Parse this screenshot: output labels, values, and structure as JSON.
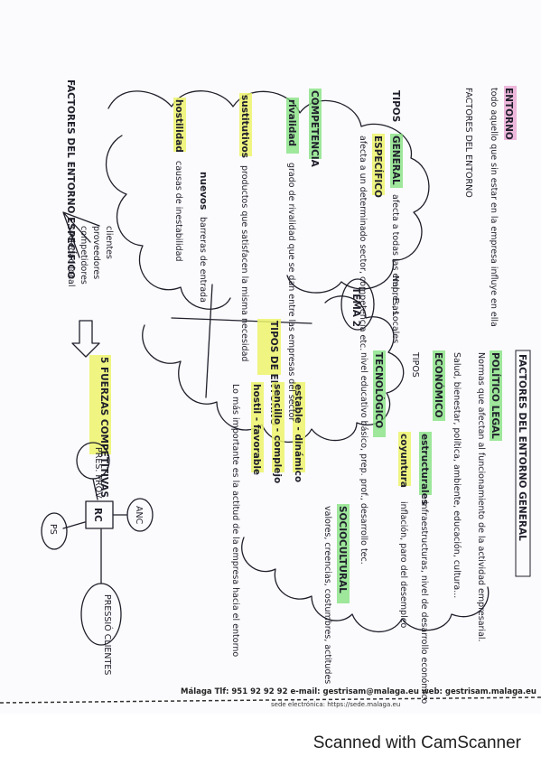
{
  "page": {
    "title_general": "FACTORES DEL ENTORNO GENERAL",
    "title_specific": "FACTORES DEL ENTORNO ESPECÍFICO",
    "tema": "TEMA 2",
    "entorno": {
      "heading": "ENTORNO",
      "definition": "todo aquello que sin estar en la empresa influye en ella",
      "arrow_label": "FACTORES DEL ENTORNO"
    },
    "tipos": {
      "heading": "TIPOS",
      "general": "GENERAL",
      "general_desc": "afecta a todas las empresas",
      "general_note": "Nal., E., Locales",
      "especifico": "ESPECÍFICO",
      "especifico_desc": "afecta a un determinado sector, competencia etc."
    },
    "general_factors": {
      "politico_legal": "POLÍTICO LEGAL",
      "politico_legal_desc": "Normas que afectan al funcionamiento de la actividad empresarial.",
      "economico": "ECONÓMICO",
      "tipos": "TIPOS",
      "estructurales": "estructurales",
      "estructurales_desc": "infraestructuras, nivel de desarrollo económico",
      "coyuntura": "coyuntura",
      "coyuntura_desc": "inflación, paro del desempleo",
      "socioeconomico": "Salud, bienestar, política, ambiente, educación, cultura...",
      "tecnologico": "TECNOLÓGICO",
      "tecnologico_desc": "nivel educativo básico, prep. prof., desarrollo tec.",
      "sociocultural": "SOCIOCULTURAL",
      "sociocultural_desc": "valores, creencias, costumbres, actitudes"
    },
    "ecological": {
      "heading": "TIPOS DE ENTORNO",
      "item1": "estable - dinámico",
      "item2": "sencillo - complejo",
      "item3": "hostil - favorable",
      "desc": "Lo más importante es la actitud de la empresa hacia el entorno"
    },
    "specific_factors": {
      "heading": "FACTORES DEL ENTORNO ESPECÍFICO",
      "clientes": "clientes",
      "proveedores": "proveedores",
      "competidores": "competidores",
      "sociedad": "sociedad local",
      "fuerzas": "5 FUERZAS COMPETITIVAS"
    },
    "left_branches": {
      "competencia": "COMPETENCIA",
      "rivalidad": "rivalidad",
      "rivalidad_desc": "grado de rivalidad que se dan entre las empresas del sector",
      "sustitutivos": "sustitutivos",
      "sustitutivos_desc": "productos que satisfacen la misma necesidad",
      "nuevos": "nuevos",
      "nuevos_desc": "barreras de entrada",
      "hostilidad": "hostilidad",
      "hostilidad_desc": "causas de inestabilidad"
    },
    "porter": {
      "center": "RC",
      "top": "ANC",
      "left": "PRES. PROV",
      "bottom": "PS",
      "right": "PRESSIÓ CLIENTES"
    },
    "footer_line1": "Málaga  Tlf: 951 92 92 92  e-mail: gestrisam@malaga.eu  web: gestrisam.malaga.eu",
    "footer_line2": "sede electrónica: https://sede.malaga.eu"
  },
  "scanner_label": "Scanned with CamScanner"
}
